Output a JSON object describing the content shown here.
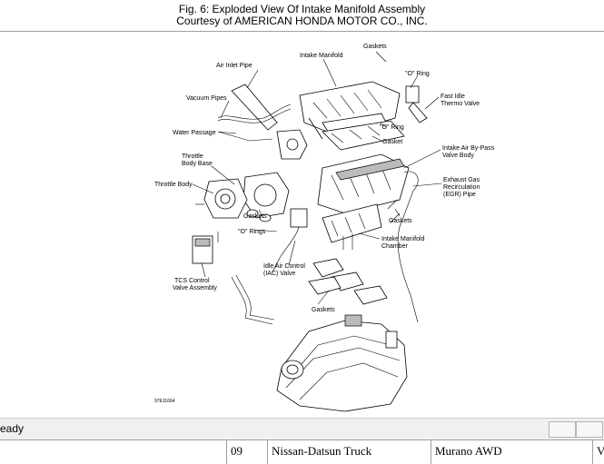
{
  "header": {
    "title": "Fig. 6: Exploded View Of Intake Manifold Assembly",
    "courtesy": "Courtesy of AMERICAN HONDA MOTOR CO., INC."
  },
  "diagram": {
    "labels": {
      "gaskets_top": "Gaskets",
      "intake_manifold": "Intake Manifold",
      "air_inlet_pipe": "Air Inlet Pipe",
      "o_ring_top": "\"O\" Ring",
      "fast_idle_1": "Fast Idle",
      "fast_idle_2": "Thermo Valve",
      "vacuum_pipes": "Vacuum Pipes",
      "o_ring_mid": "\"O\" Ring",
      "water_passage": "Water Passage",
      "gasket": "Gasket",
      "bypass_1": "Intake Air By-Pass",
      "bypass_2": "Valve Body",
      "throttle_base_1": "Throttle",
      "throttle_base_2": "Body Base",
      "egr_1": "Exhaust Gas",
      "egr_2": "Recirculation",
      "egr_3": "(EGR) Pipe",
      "throttle_body": "Throttle Body",
      "gaskets_left": "Gaskets",
      "gaskets_right": "Gaskets",
      "o_rings": "\"O\" Rings",
      "chamber_1": "Intake Manifold",
      "chamber_2": "Chamber",
      "iac_1": "Idle Air Control",
      "iac_2": "(IAC) Valve",
      "tcs_1": "TCS Control",
      "tcs_2": "Valve Assembly",
      "gaskets_bottom": "Gaskets",
      "figure_code": "97E11664"
    }
  },
  "status": {
    "text": "eady"
  },
  "table": {
    "cells": [
      "09",
      "Nissan-Datsun Truck",
      "Murano AWD",
      "V"
    ]
  }
}
